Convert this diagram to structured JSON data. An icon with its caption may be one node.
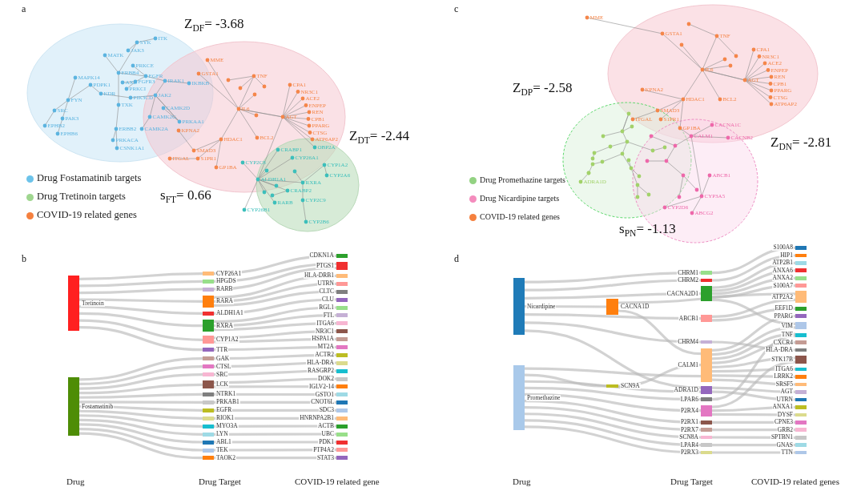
{
  "diagram": {
    "nodes": [
      {
        "text": [
          "Tretinoin"
        ]
      },
      {
        "text": [
          "Fostamatinib"
        ]
      },
      {
        "text": [
          "CYP26A1"
        ]
      },
      {
        "text": [
          "HPGDS"
        ]
      },
      {
        "text": [
          "RARB"
        ]
      },
      {
        "text": [
          "RARA"
        ]
      },
      {
        "text": [
          "ALDH1A1"
        ]
      },
      {
        "text": [
          "RXRA"
        ]
      },
      {
        "text": [
          "CYP1A2"
        ]
      },
      {
        "text": [
          "TTR"
        ]
      },
      {
        "text": [
          "GAK"
        ]
      },
      {
        "text": [
          "CTSL"
        ]
      },
      {
        "text": [
          "SRC"
        ]
      },
      {
        "text": [
          "LCK"
        ]
      },
      {
        "text": [
          "NTRK1"
        ]
      },
      {
        "text": [
          "PRKAB1"
        ]
      },
      {
        "text": [
          "EGFR"
        ]
      },
      {
        "text": [
          "RIOK1"
        ]
      },
      {
        "text": [
          "MYO3A"
        ]
      },
      {
        "text": [
          "LYN"
        ]
      },
      {
        "text": [
          "ABL1"
        ]
      },
      {
        "text": [
          "TEK"
        ]
      },
      {
        "text": [
          "TAOK2"
        ]
      },
      {
        "text": [
          "CDKN1A"
        ]
      },
      {
        "text": [
          "PTGS1"
        ]
      },
      {
        "text": [
          "HLA-DRB1"
        ]
      },
      {
        "text": [
          "UTRN"
        ]
      },
      {
        "text": [
          "CLTC"
        ]
      },
      {
        "text": [
          "CLU"
        ]
      },
      {
        "text": [
          "RGL1"
        ]
      },
      {
        "text": [
          "FTL"
        ]
      },
      {
        "text": [
          "ITGA6"
        ]
      },
      {
        "text": [
          "NR3C1"
        ]
      },
      {
        "text": [
          "HSPA1A"
        ]
      },
      {
        "text": [
          "MT2A"
        ]
      },
      {
        "text": [
          "ACTR2"
        ]
      },
      {
        "text": [
          "HLA-DRA"
        ]
      },
      {
        "text": [
          "RASGRP2"
        ]
      },
      {
        "text": [
          "DOK2"
        ]
      },
      {
        "text": [
          "IGLV2-14"
        ]
      },
      {
        "text": [
          "GSTO1"
        ]
      },
      {
        "text": [
          "CNOT6L"
        ]
      },
      {
        "text": [
          "SDC3"
        ]
      },
      {
        "text": [
          "HNRNPA2B1"
        ]
      },
      {
        "text": [
          "ACTB"
        ]
      },
      {
        "text": [
          "UBC"
        ]
      },
      {
        "text": [
          "PDK1"
        ]
      },
      {
        "text": [
          "PTP4A2"
        ]
      },
      {
        "text": [
          "STAT3"
        ]
      },
      {
        "text": [
          "Nicardipine"
        ]
      },
      {
        "text": [
          "Promethazine"
        ]
      },
      {
        "text": [
          "CACNA1D"
        ]
      },
      {
        "text": [
          "SCN9A"
        ]
      },
      {
        "text": [
          "CHRM1"
        ]
      },
      {
        "text": [
          "CHRM2"
        ]
      },
      {
        "text": [
          "CACNA2D1"
        ]
      },
      {
        "text": [
          "ABCB1"
        ]
      },
      {
        "text": [
          "CHRM4"
        ]
      },
      {
        "text": [
          "CALM1"
        ]
      },
      {
        "text": [
          "ADRA1D"
        ]
      },
      {
        "text": [
          "LPAR6"
        ]
      },
      {
        "text": [
          "P2RX4"
        ]
      },
      {
        "text": [
          "P2RX1"
        ]
      },
      {
        "text": [
          "P2RX7"
        ]
      },
      {
        "text": [
          "SCN8A"
        ]
      },
      {
        "text": [
          "LPAR4"
        ]
      },
      {
        "text": [
          "P2RX3"
        ]
      },
      {
        "text": [
          "S100A8"
        ]
      },
      {
        "text": [
          "HIP1"
        ]
      },
      {
        "text": [
          "ATP2B1"
        ]
      },
      {
        "text": [
          "ANXA6"
        ]
      },
      {
        "text": [
          "ANXA2"
        ]
      },
      {
        "text": [
          "S100A7"
        ]
      },
      {
        "text": [
          "ATP2A2"
        ]
      },
      {
        "text": [
          "EEF1D"
        ]
      },
      {
        "text": [
          "PPARG"
        ]
      },
      {
        "text": [
          "VIM"
        ]
      },
      {
        "text": [
          "TNF"
        ]
      },
      {
        "text": [
          "CXCR4"
        ]
      },
      {
        "text": [
          "HLA-DRA"
        ]
      },
      {
        "text": [
          "STK17B"
        ]
      },
      {
        "text": [
          "ITGA6"
        ]
      },
      {
        "text": [
          "LRRK2"
        ]
      },
      {
        "text": [
          "SRSF5"
        ]
      },
      {
        "text": [
          "AGT"
        ]
      },
      {
        "text": [
          "UTRN"
        ]
      },
      {
        "text": [
          "ANXA1"
        ]
      },
      {
        "text": [
          "DYSF"
        ]
      },
      {
        "text": [
          "CPNE3"
        ]
      },
      {
        "text": [
          "GRB2"
        ]
      },
      {
        "text": [
          "SPTBN1"
        ]
      },
      {
        "text": [
          "GNAS"
        ]
      },
      {
        "text": [
          "TTN"
        ]
      }
    ],
    "edges": [
      {
        "from": 0,
        "to": 2,
        "arrow": "none"
      },
      {
        "from": 0,
        "to": 3,
        "arrow": "none"
      },
      {
        "from": 0,
        "to": 4,
        "arrow": "none"
      },
      {
        "from": 0,
        "to": 5,
        "arrow": "none"
      },
      {
        "from": 0,
        "to": 6,
        "arrow": "none"
      },
      {
        "from": 0,
        "to": 7,
        "arrow": "none"
      },
      {
        "from": 0,
        "to": 8,
        "arrow": "none"
      },
      {
        "from": 0,
        "to": 9,
        "arrow": "none"
      },
      {
        "from": 1,
        "to": 10,
        "arrow": "none"
      },
      {
        "from": 1,
        "to": 11,
        "arrow": "none"
      },
      {
        "from": 1,
        "to": 12,
        "arrow": "none"
      },
      {
        "from": 1,
        "to": 13,
        "arrow": "none"
      },
      {
        "from": 1,
        "to": 14,
        "arrow": "none"
      },
      {
        "from": 1,
        "to": 15,
        "arrow": "none"
      },
      {
        "from": 1,
        "to": 16,
        "arrow": "none"
      },
      {
        "from": 1,
        "to": 17,
        "arrow": "none"
      },
      {
        "from": 1,
        "to": 18,
        "arrow": "none"
      },
      {
        "from": 1,
        "to": 19,
        "arrow": "none"
      },
      {
        "from": 1,
        "to": 20,
        "arrow": "none"
      },
      {
        "from": 1,
        "to": 21,
        "arrow": "none"
      },
      {
        "from": 1,
        "to": 22,
        "arrow": "none"
      },
      {
        "from": 2,
        "to": 23,
        "arrow": "none"
      },
      {
        "from": 3,
        "to": 24,
        "arrow": "none"
      },
      {
        "from": 4,
        "to": 24,
        "arrow": "none"
      },
      {
        "from": 5,
        "to": 25,
        "arrow": "none"
      },
      {
        "from": 5,
        "to": 26,
        "arrow": "none"
      },
      {
        "from": 5,
        "to": 27,
        "arrow": "none"
      },
      {
        "from": 6,
        "to": 28,
        "arrow": "none"
      },
      {
        "from": 7,
        "to": 29,
        "arrow": "none"
      },
      {
        "from": 7,
        "to": 30,
        "arrow": "none"
      },
      {
        "from": 7,
        "to": 31,
        "arrow": "none"
      },
      {
        "from": 8,
        "to": 32,
        "arrow": "none"
      },
      {
        "from": 8,
        "to": 33,
        "arrow": "none"
      },
      {
        "from": 9,
        "to": 34,
        "arrow": "none"
      },
      {
        "from": 10,
        "to": 35,
        "arrow": "none"
      },
      {
        "from": 11,
        "to": 36,
        "arrow": "none"
      },
      {
        "from": 12,
        "to": 37,
        "arrow": "none"
      },
      {
        "from": 13,
        "to": 38,
        "arrow": "none"
      },
      {
        "from": 13,
        "to": 39,
        "arrow": "none"
      },
      {
        "from": 14,
        "to": 40,
        "arrow": "none"
      },
      {
        "from": 15,
        "to": 41,
        "arrow": "none"
      },
      {
        "from": 16,
        "to": 42,
        "arrow": "none"
      },
      {
        "from": 17,
        "to": 43,
        "arrow": "none"
      },
      {
        "from": 18,
        "to": 44,
        "arrow": "none"
      },
      {
        "from": 19,
        "to": 45,
        "arrow": "none"
      },
      {
        "from": 20,
        "to": 46,
        "arrow": "none"
      },
      {
        "from": 21,
        "to": 47,
        "arrow": "none"
      },
      {
        "from": 22,
        "to": 48,
        "arrow": "none"
      },
      {
        "from": 49,
        "to": 53,
        "arrow": "none"
      },
      {
        "from": 49,
        "to": 54,
        "arrow": "none"
      },
      {
        "from": 49,
        "to": 55,
        "arrow": "none"
      },
      {
        "from": 49,
        "to": 51,
        "arrow": "none"
      },
      {
        "from": 49,
        "to": 56,
        "arrow": "none"
      },
      {
        "from": 49,
        "to": 57,
        "arrow": "none"
      },
      {
        "from": 49,
        "to": 59,
        "arrow": "none"
      },
      {
        "from": 50,
        "to": 58,
        "arrow": "none"
      },
      {
        "from": 50,
        "to": 52,
        "arrow": "none"
      },
      {
        "from": 50,
        "to": 59,
        "arrow": "none"
      },
      {
        "from": 50,
        "to": 60,
        "arrow": "none"
      },
      {
        "from": 50,
        "to": 61,
        "arrow": "none"
      },
      {
        "from": 50,
        "to": 62,
        "arrow": "none"
      },
      {
        "from": 50,
        "to": 63,
        "arrow": "none"
      },
      {
        "from": 50,
        "to": 64,
        "arrow": "none"
      },
      {
        "from": 50,
        "to": 65,
        "arrow": "none"
      },
      {
        "from": 50,
        "to": 66,
        "arrow": "none"
      },
      {
        "from": 51,
        "to": 58,
        "arrow": "none"
      },
      {
        "from": 51,
        "to": 73,
        "arrow": "none"
      },
      {
        "from": 52,
        "to": 58,
        "arrow": "none"
      },
      {
        "from": 53,
        "to": 67,
        "arrow": "none"
      },
      {
        "from": 54,
        "to": 68,
        "arrow": "none"
      },
      {
        "from": 55,
        "to": 69,
        "arrow": "none"
      },
      {
        "from": 55,
        "to": 70,
        "arrow": "none"
      },
      {
        "from": 55,
        "to": 71,
        "arrow": "none"
      },
      {
        "from": 55,
        "to": 72,
        "arrow": "none"
      },
      {
        "from": 55,
        "to": 76,
        "arrow": "none"
      },
      {
        "from": 56,
        "to": 73,
        "arrow": "none"
      },
      {
        "from": 56,
        "to": 74,
        "arrow": "none"
      },
      {
        "from": 57,
        "to": 79,
        "arrow": "none"
      },
      {
        "from": 58,
        "to": 75,
        "arrow": "none"
      },
      {
        "from": 58,
        "to": 76,
        "arrow": "none"
      },
      {
        "from": 58,
        "to": 77,
        "arrow": "none"
      },
      {
        "from": 58,
        "to": 78,
        "arrow": "none"
      },
      {
        "from": 58,
        "to": 80,
        "arrow": "none"
      },
      {
        "from": 58,
        "to": 81,
        "arrow": "none"
      },
      {
        "from": 58,
        "to": 82,
        "arrow": "none"
      },
      {
        "from": 58,
        "to": 83,
        "arrow": "none"
      },
      {
        "from": 59,
        "to": 84,
        "arrow": "none"
      },
      {
        "from": 59,
        "to": 85,
        "arrow": "none"
      },
      {
        "from": 60,
        "to": 77,
        "arrow": "none"
      },
      {
        "from": 61,
        "to": 80,
        "arrow": "none"
      },
      {
        "from": 61,
        "to": 86,
        "arrow": "none"
      },
      {
        "from": 61,
        "to": 87,
        "arrow": "none"
      },
      {
        "from": 62,
        "to": 88,
        "arrow": "none"
      },
      {
        "from": 63,
        "to": 89,
        "arrow": "none"
      },
      {
        "from": 64,
        "to": 90,
        "arrow": "none"
      },
      {
        "from": 65,
        "to": 91,
        "arrow": "none"
      },
      {
        "from": 66,
        "to": 92,
        "arrow": "none"
      }
    ],
    "labels": [
      "a",
      "Z$_{DF}$= -3.68",
      "ITK",
      "SYK",
      "JAK3",
      "MATK",
      "PRKCE",
      "ERBB4",
      "EGFR",
      "MAPK14",
      "FGFR3",
      "AXL",
      "PDPK1",
      "KDR",
      "IRAK1",
      "IKBKB",
      "PRKCI",
      "PIK3CD",
      "JAK2",
      "FYN",
      "TXK",
      "CAMK2D",
      "CAMK2G",
      "SRC",
      "PAK3",
      "EPHB2",
      "EPHB6",
      "PRKAA1",
      "ERBB2",
      "CAMK2A",
      "PRKACA",
      "CSNK1A1",
      "MME",
      "GSTA1",
      "TNF",
      "IL6",
      "CPA1",
      "NR3C1",
      "ACE2",
      "ENPEP",
      "REN",
      "AGT",
      "CPB1",
      "PPARG",
      "CTSG",
      "ATP6AP2",
      "BCL2",
      "KPNA2",
      "HDAC1",
      "SMAD3",
      "S1PR1",
      "ITGAL",
      "GP1BA",
      "CRABP1",
      "OBP2A",
      "CYP26A1",
      "CYP1A2",
      "CYP2C8",
      "CYP2A6",
      "ALDH1A1",
      "RXRA",
      "CRABP2",
      "CYP2C9",
      "RARB",
      "CYP26B1",
      "CYP2B6",
      "Z$_{DT}$= -2.44",
      "s$_{FT}$= 0.66",
      "c",
      "Z$_{DP}$= -2.58",
      "GSTA1",
      "TNF",
      "IL6",
      "CPA1",
      "NR3C1",
      "ACE2",
      "ENPEP",
      "REN",
      "AGT",
      "CPB1",
      "PPARG",
      "CTSG",
      "ATP6AP2",
      "BCL2",
      "KPNA2",
      "HDAC1",
      "SMAD3",
      "S1PR1",
      "ITGAL",
      "GP1BA",
      "MME",
      "CACNA1C",
      "CALM1",
      "CACNB2",
      "CYP3A5",
      "ABCB1",
      "CYP2D6",
      "ABCG2",
      "ADRA1D",
      "Z$_{DN}$= -2.81",
      "s$_{PN}$= -1.13",
      "b",
      "Drug",
      "Drug Target",
      "COVID-19 related gene",
      "d",
      "Drug",
      "Drug Target",
      "COVID-19 related genes"
    ],
    "legend": [
      {
        "text": "Drug Fostamatinib targets",
        "color": "#6cc3ea"
      },
      {
        "text": "Drug Tretinoin targets",
        "color": "#9fd68f"
      },
      {
        "text": "COVID-19 related genes",
        "color": "#f5803e"
      },
      {
        "text": "Drug Promethazine targets",
        "color": "#93d282"
      },
      {
        "text": "Drug Nicardipine targets",
        "color": "#f48cbd"
      },
      {
        "text": "COVID-19 related genes",
        "color": "#f5803e"
      }
    ]
  }
}
